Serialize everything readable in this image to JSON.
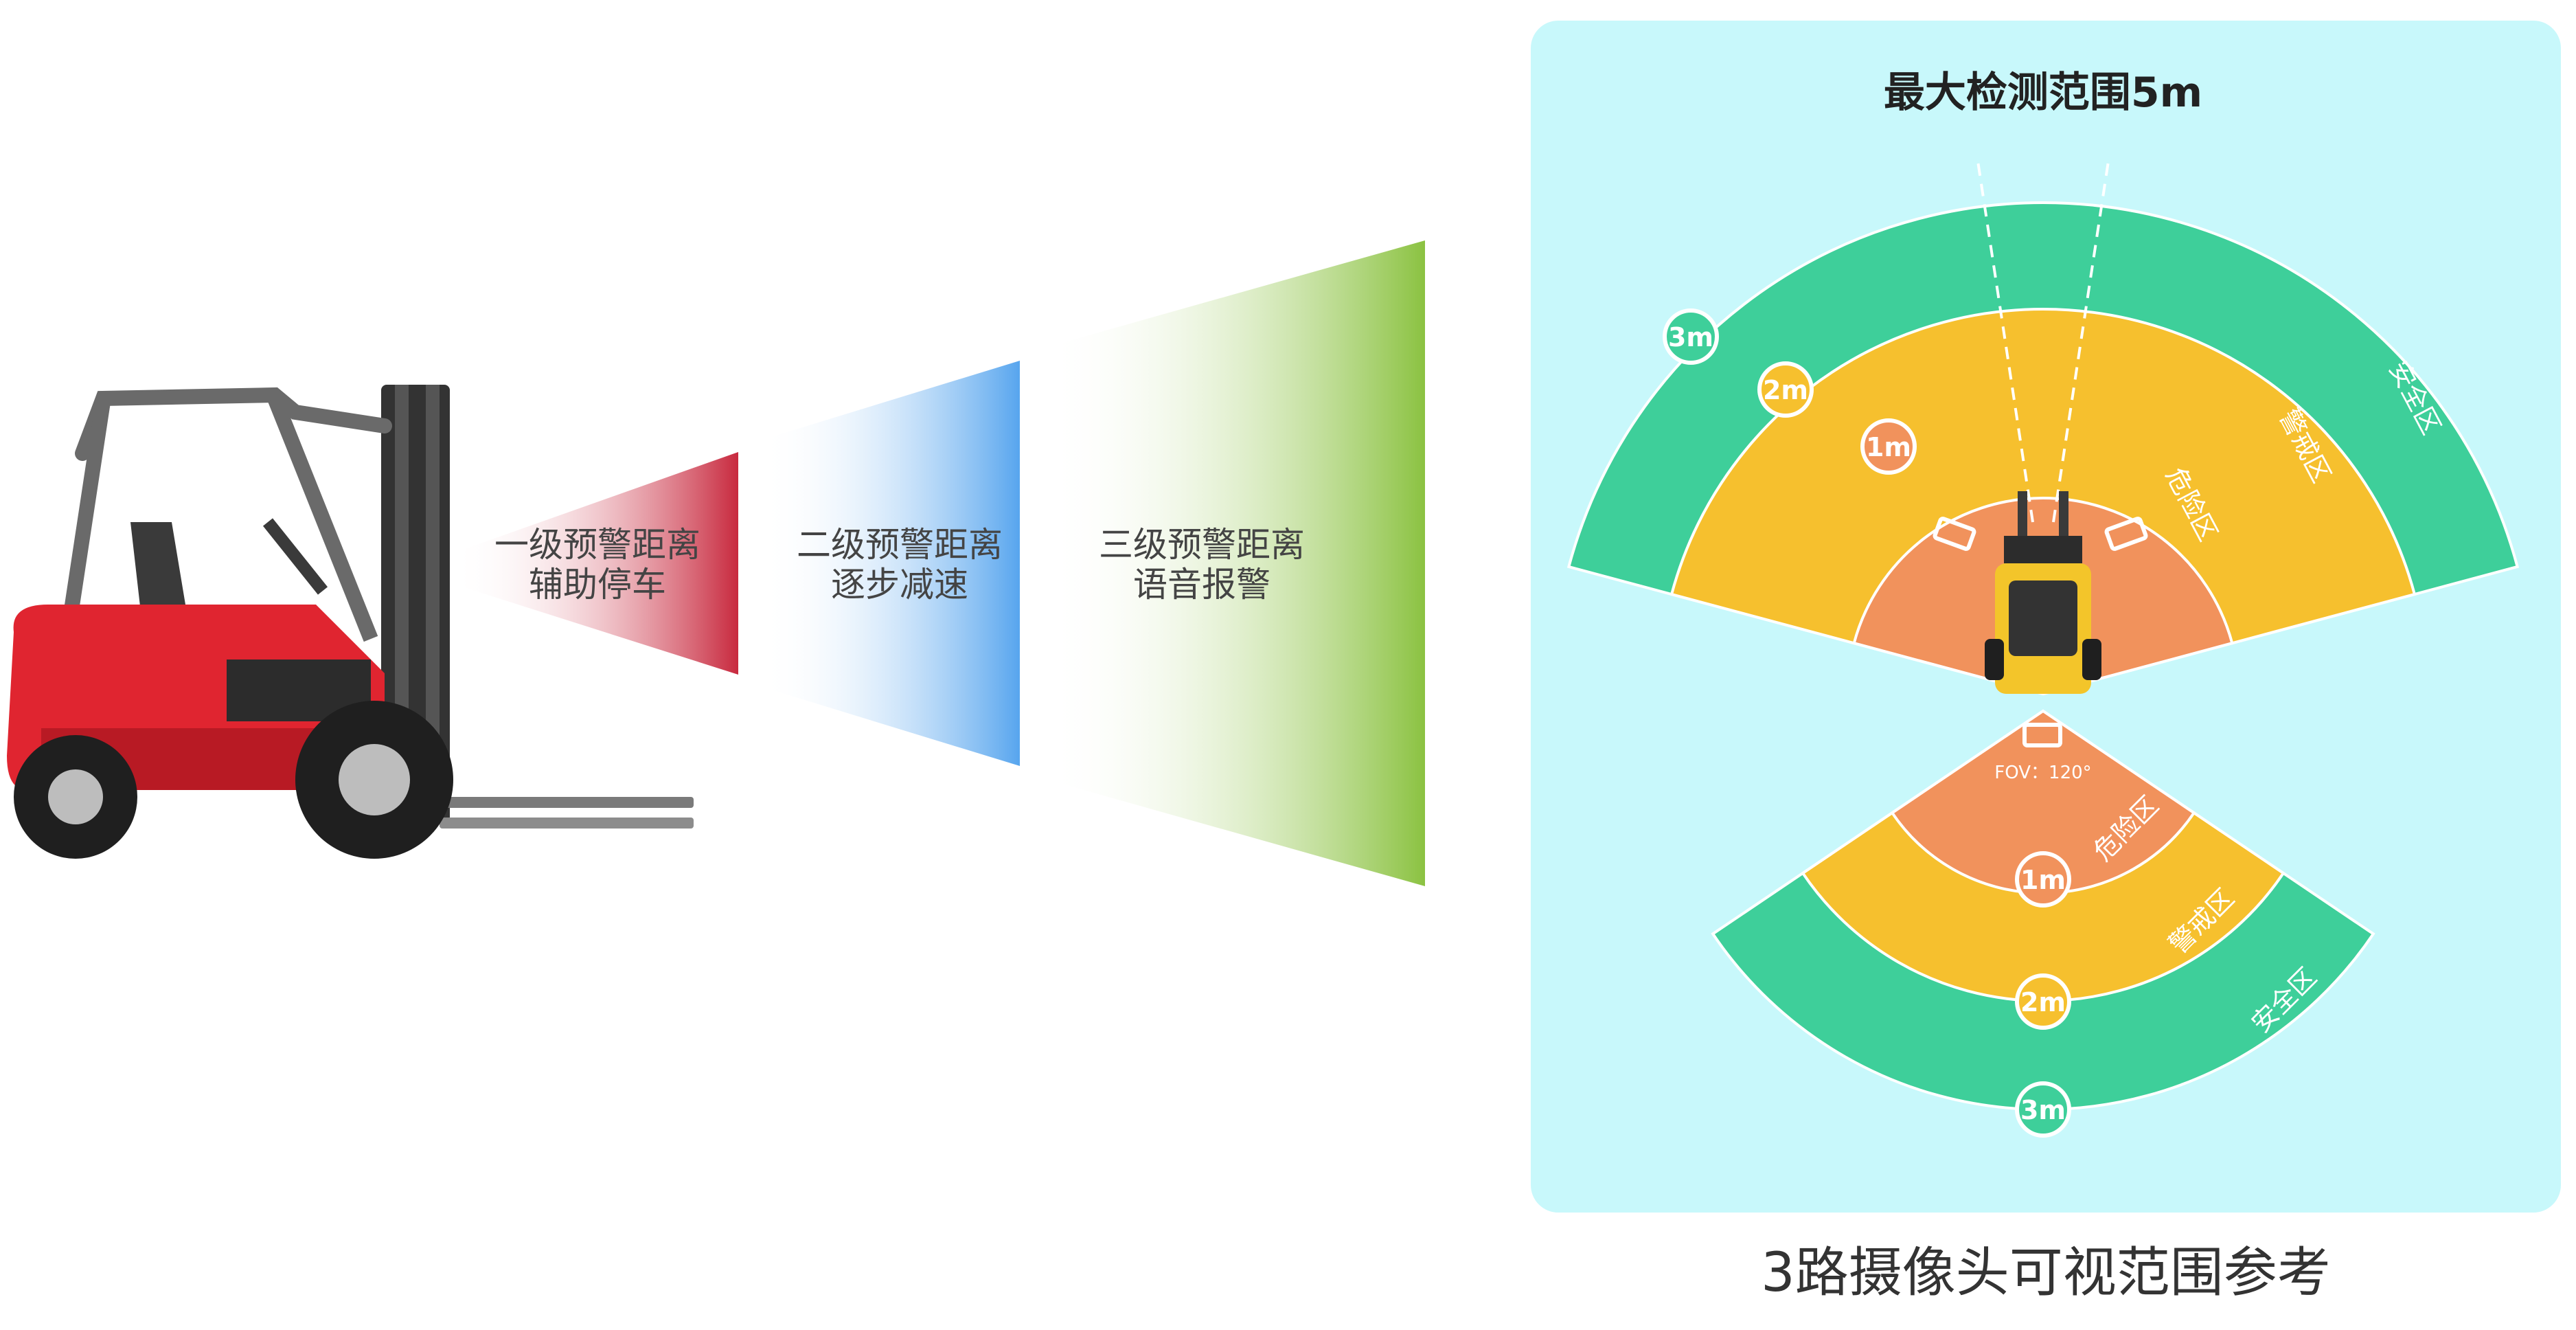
{
  "stages": [
    {
      "line1": "一级预警距离",
      "line2": "辅助停车"
    },
    {
      "line1": "二级预警距离",
      "line2": "逐步减速"
    },
    {
      "line1": "三级预警距离",
      "line2": "语音报警"
    }
  ],
  "panel": {
    "title": "最大检测范围5m",
    "fov": "FOV：120°",
    "caption": "3路摄像头可视范围参考"
  },
  "zones": {
    "danger": "危险区",
    "warning": "警戒区",
    "safe": "安全区"
  },
  "distances": {
    "d1": "1m",
    "d2": "2m",
    "d3": "3m"
  },
  "colors": {
    "panel_bg": "#C8F8FB",
    "safe": "#3ECF9A",
    "warning": "#F6C02E",
    "danger": "#F1925C",
    "stage1": "#C8293E",
    "stage2": "#57A5EE",
    "stage3": "#8BC241"
  }
}
